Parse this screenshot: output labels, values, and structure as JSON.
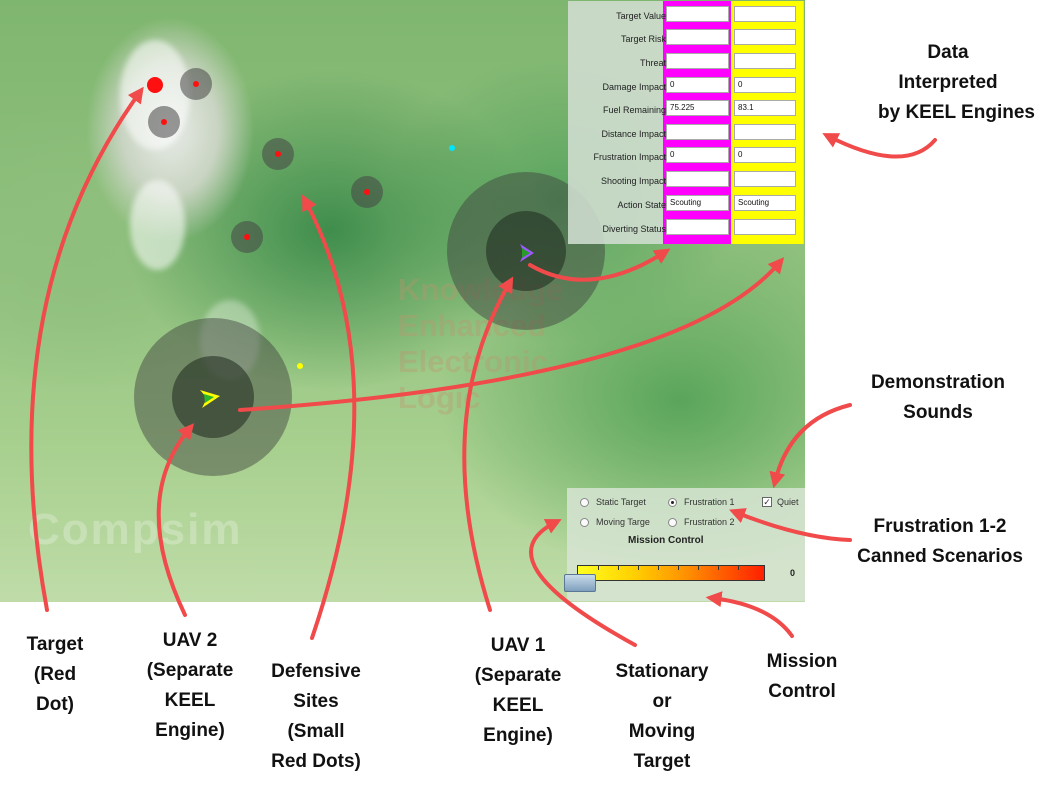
{
  "map": {
    "watermark_lines": [
      "Knowledge",
      "Enhanced",
      "Electronic",
      "Logic"
    ],
    "watermark_logo": "Compsim"
  },
  "data_panel": {
    "rows": [
      {
        "label": "Target Value",
        "uav1": "",
        "uav2": ""
      },
      {
        "label": "Target Risk",
        "uav1": "",
        "uav2": ""
      },
      {
        "label": "Threat",
        "uav1": "",
        "uav2": ""
      },
      {
        "label": "Damage Impact",
        "uav1": "0",
        "uav2": "0"
      },
      {
        "label": "Fuel Remaining",
        "uav1": "75.225",
        "uav2": "83.1"
      },
      {
        "label": "Distance Impact",
        "uav1": "",
        "uav2": ""
      },
      {
        "label": "Frustration Impact",
        "uav1": "0",
        "uav2": "0"
      },
      {
        "label": "Shooting Impact",
        "uav1": "",
        "uav2": ""
      },
      {
        "label": "Action State",
        "uav1": "Scouting",
        "uav2": "Scouting"
      },
      {
        "label": "Diverting Status",
        "uav1": "",
        "uav2": ""
      }
    ],
    "uav1_color": "#ff00ff",
    "uav2_color": "#ffff00"
  },
  "mission_control": {
    "title": "Mission Control",
    "options": {
      "static_target": "Static Target",
      "moving_target": "Moving Targe",
      "frustration1": "Frustration 1",
      "frustration2": "Frustration 2",
      "quiet": "Quiet"
    },
    "selected_scenario": "Frustration 1",
    "quiet_checked": true,
    "bar_value": "0",
    "bar_level": 0
  },
  "annotations": {
    "data": [
      "Data",
      "Interpreted",
      "by KEEL Engines"
    ],
    "sounds": [
      "Demonstration",
      "Sounds"
    ],
    "frustration": [
      "Frustration 1-2",
      "Canned Scenarios"
    ],
    "mission": [
      "Mission",
      "Control"
    ],
    "target": [
      "Target",
      "(Red",
      "Dot)"
    ],
    "uav2": [
      "UAV 2",
      "(Separate",
      "KEEL",
      "Engine)"
    ],
    "defensive": [
      "Defensive",
      "Sites",
      "(Small",
      "Red Dots)"
    ],
    "uav1": [
      "UAV 1",
      "(Separate",
      "KEEL",
      "Engine)"
    ],
    "stationary": [
      "Stationary",
      "or",
      "Moving",
      "Target"
    ]
  }
}
